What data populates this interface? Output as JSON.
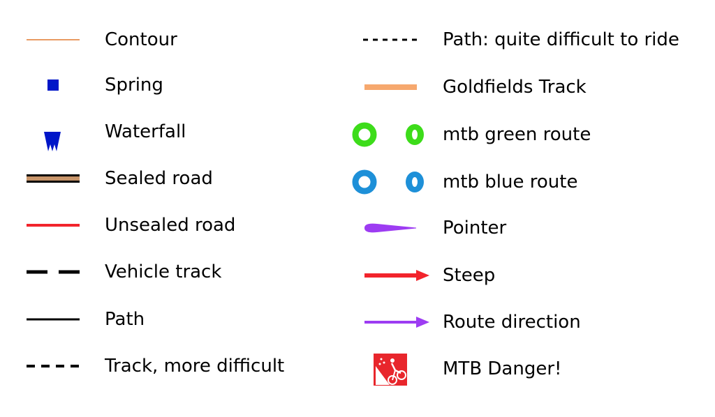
{
  "legend": {
    "left": [
      {
        "symbol": "contour-line",
        "label": "Contour",
        "color": "#e07a2e"
      },
      {
        "symbol": "spring-square",
        "label": "Spring",
        "color": "#0016c8"
      },
      {
        "symbol": "waterfall-triangle",
        "label": "Waterfall",
        "color": "#0016c8"
      },
      {
        "symbol": "sealed-road-line",
        "label": "Sealed road",
        "color": "#c8956a"
      },
      {
        "symbol": "unsealed-road-line",
        "label": "Unsealed road",
        "color": "#f2242c"
      },
      {
        "symbol": "vehicle-track-line",
        "label": "Vehicle track",
        "color": "#000000"
      },
      {
        "symbol": "path-line",
        "label": "Path",
        "color": "#000000"
      },
      {
        "symbol": "difficult-track-line",
        "label": "Track, more difficult",
        "color": "#000000"
      }
    ],
    "right": [
      {
        "symbol": "difficult-path-line",
        "label": "Path: quite difficult to ride",
        "color": "#000000"
      },
      {
        "symbol": "goldfields-track-line",
        "label": "Goldfields Track",
        "color": "#f6a86e"
      },
      {
        "symbol": "mtb-green-rings",
        "label": "mtb green route",
        "color": "#3ddc1a"
      },
      {
        "symbol": "mtb-blue-rings",
        "label": "mtb blue route",
        "color": "#1e90d8"
      },
      {
        "symbol": "pointer-shape",
        "label": "Pointer",
        "color": "#9d3cf2"
      },
      {
        "symbol": "steep-arrow",
        "label": "Steep",
        "color": "#f2242c"
      },
      {
        "symbol": "route-direction-arrow",
        "label": "Route direction",
        "color": "#9d3cf2"
      },
      {
        "symbol": "mtb-danger-sign",
        "label": "MTB Danger!",
        "color": "#e8262c"
      }
    ]
  }
}
